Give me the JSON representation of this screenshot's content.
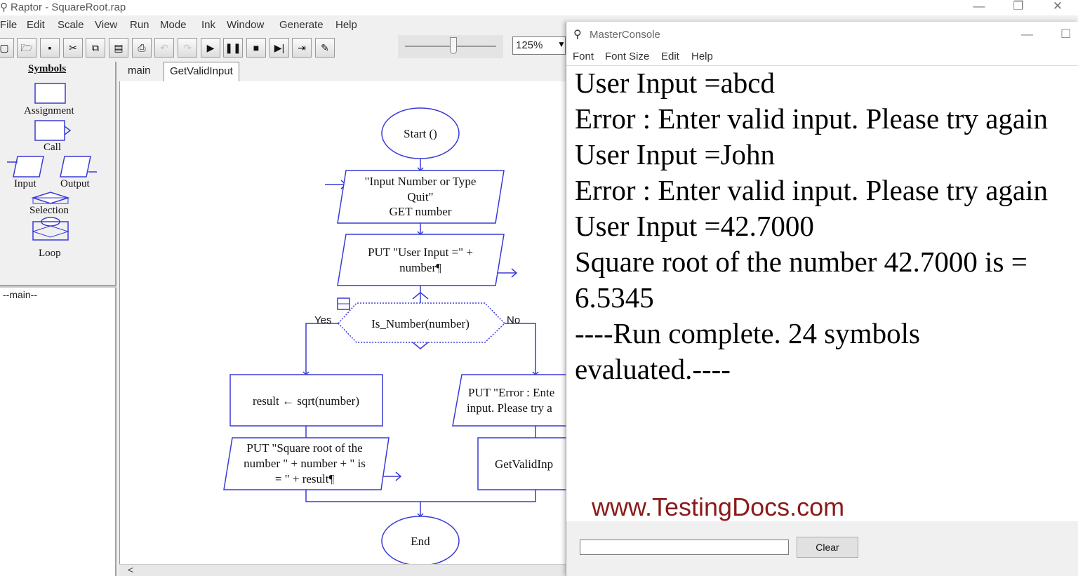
{
  "raptor": {
    "title": "Raptor - SquareRoot.rap",
    "menu": [
      "File",
      "Edit",
      "Scale",
      "View",
      "Run",
      "Mode",
      "Ink",
      "Window",
      "Generate",
      "Help"
    ],
    "zoom": "125%",
    "symbols_title": "Symbols",
    "symbols": [
      "Assignment",
      "Call",
      "Input",
      "Output",
      "Selection",
      "Loop"
    ],
    "tree_item": "--main--",
    "tabs": [
      "main",
      "GetValidInput"
    ],
    "active_tab": "GetValidInput"
  },
  "flowchart": {
    "start": "Start ()",
    "input_prompt_line1": "\"Input Number or Type",
    "input_prompt_line2": "Quit\"",
    "input_get": "GET number",
    "output1_line1": "PUT \"User Input =\" +",
    "output1_line2": "number¶",
    "decision": "Is_Number(number)",
    "yes_label": "Yes",
    "no_label": "No",
    "assign": "result ← sqrt(number)",
    "output2_line1": "PUT \"Square root of the",
    "output2_line2": "number \" + number + \" is",
    "output2_line3": "= \" + result¶",
    "output3_line1": "PUT \"Error : Ente",
    "output3_line2": "input. Please try a",
    "call": "GetValidInp",
    "end": "End"
  },
  "console": {
    "title": "MasterConsole",
    "menu": [
      "Font",
      "Font Size",
      "Edit",
      "Help"
    ],
    "lines": [
      "User Input =abcd",
      "Error : Enter valid input. Please try again",
      "User Input =John",
      "Error : Enter valid input. Please try again",
      "User Input =42.7000",
      "Square root of the number 42.7000 is =",
      "6.5345",
      "----Run complete.  24 symbols",
      "evaluated.----"
    ],
    "watermark": "www.TestingDocs.com",
    "clear_label": "Clear",
    "input_value": ""
  },
  "colors": {
    "flow_blue": "#3a3ad8",
    "watermark": "#8b1a1a"
  }
}
